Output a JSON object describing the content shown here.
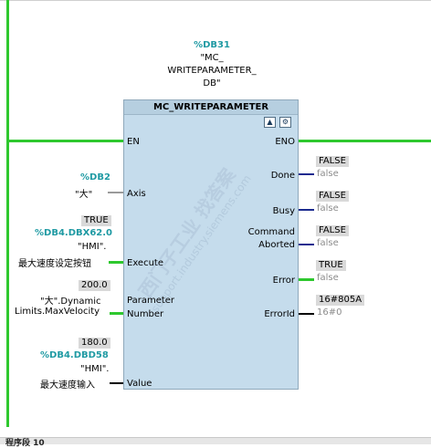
{
  "instance": {
    "db": "%DB31",
    "name_line1": "\"MC_",
    "name_line2": "WRITEPARAMETER_",
    "name_line3": "DB\""
  },
  "block": {
    "title": "MC_WRITEPARAMETER",
    "icon1": "db-icon",
    "icon2": "settings-icon"
  },
  "pins_in": {
    "en": "EN",
    "axis": "Axis",
    "execute": "Execute",
    "parameter_line1": "Parameter",
    "parameter_line2": "Number",
    "value": "Value"
  },
  "pins_out": {
    "eno": "ENO",
    "done": "Done",
    "busy": "Busy",
    "command_line1": "Command",
    "command_line2": "Aborted",
    "error": "Error",
    "errorid": "ErrorId"
  },
  "axis_param": {
    "db": "%DB2",
    "name": "\"大\""
  },
  "execute_param": {
    "value": "TRUE",
    "address": "%DB4.DBX62.0",
    "name_line1": "\"HMI\".",
    "name_line2": "最大速度设定按钮"
  },
  "parameter_param": {
    "value": "200.0",
    "name_line1": "\"大\".Dynamic",
    "name_line2": "Limits.MaxVelocity"
  },
  "value_param": {
    "value": "180.0",
    "address": "%DB4.DBD58",
    "name_line1": "\"HMI\".",
    "name_line2": "最大速度输入"
  },
  "outputs": {
    "done_value": "FALSE",
    "done_live": "false",
    "busy_value": "FALSE",
    "busy_live": "false",
    "command_value": "FALSE",
    "command_live": "false",
    "error_value": "TRUE",
    "error_live": "false",
    "errorid_value": "16#805A",
    "errorid_live": "16#0"
  },
  "watermark": {
    "text": "西门子工业 找答案",
    "url": "support.industry.siemens.com"
  },
  "footer": {
    "label": "程序段 10"
  },
  "colors": {
    "power_flow": "#2ec82e",
    "block_fill": "#c5dcec",
    "block_title": "#b6cfe0",
    "db_ref": "#1f9aa3",
    "value_box": "#d9d9d9",
    "live_gray": "#8c8c8c",
    "bool_wire": "#1b2a8f"
  }
}
